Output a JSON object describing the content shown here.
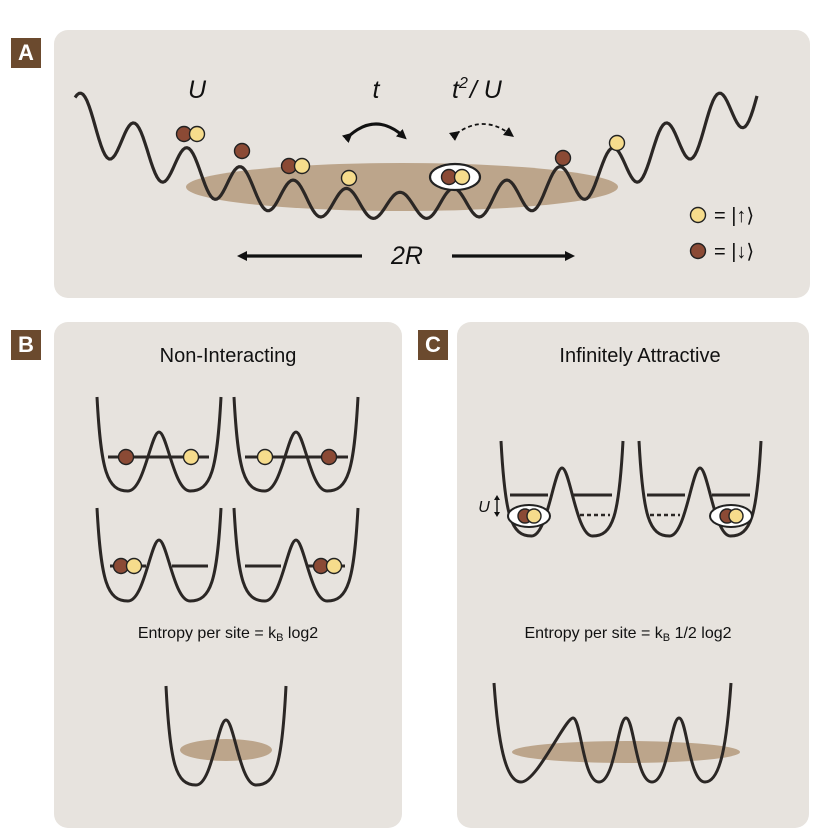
{
  "panelA": {
    "label": "A",
    "U": "U",
    "t": "t",
    "t2": "t",
    "t2_exp": "2",
    "t2_over": "/ U",
    "range": "2R",
    "legend": [
      {
        "eq": "= |↑⟩"
      },
      {
        "eq": "= |↓⟩"
      }
    ]
  },
  "panelB": {
    "label": "B",
    "title": "Non-Interacting",
    "entropy_prefix": "Entropy per site = k",
    "entropy_sub": "B",
    "entropy_suffix": " log2"
  },
  "panelC": {
    "label": "C",
    "title": "Infinitely Attractive",
    "U": "U",
    "entropy_prefix": "Entropy per site = k",
    "entropy_sub": "B",
    "entropy_suffix": " 1/2 log2"
  },
  "colors": {
    "panel_bg": "#e7e3de",
    "label_bg": "#6b4a2e",
    "spin_up": "#f6dc8c",
    "spin_down": "#8b4a35",
    "cloud": "#b49a7c",
    "curve": "#2b2725"
  }
}
